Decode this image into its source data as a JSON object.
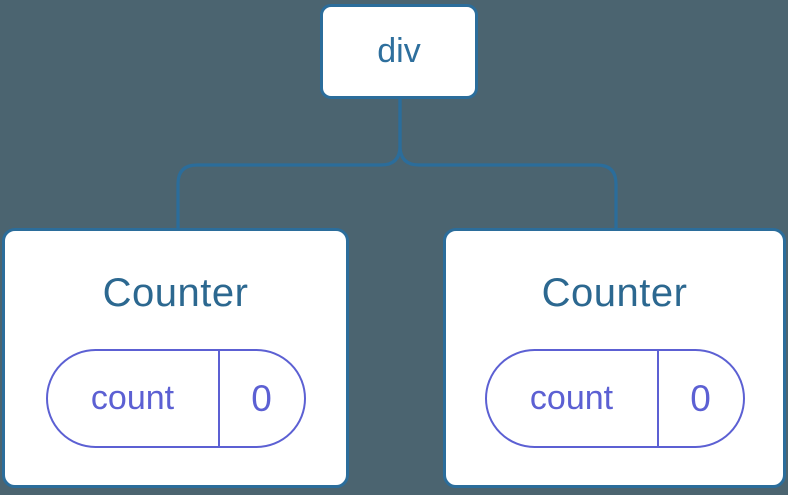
{
  "tree": {
    "root": {
      "label": "div"
    },
    "children": [
      {
        "title": "Counter",
        "state": {
          "key": "count",
          "value": "0"
        }
      },
      {
        "title": "Counter",
        "state": {
          "key": "count",
          "value": "0"
        }
      }
    ]
  },
  "colors": {
    "background": "#4B6470",
    "node_border": "#2B6D9B",
    "node_fill": "#FFFFFF",
    "node_text": "#2E6F9D",
    "title_text": "#2C6890",
    "state_accent": "#5C60D3"
  }
}
